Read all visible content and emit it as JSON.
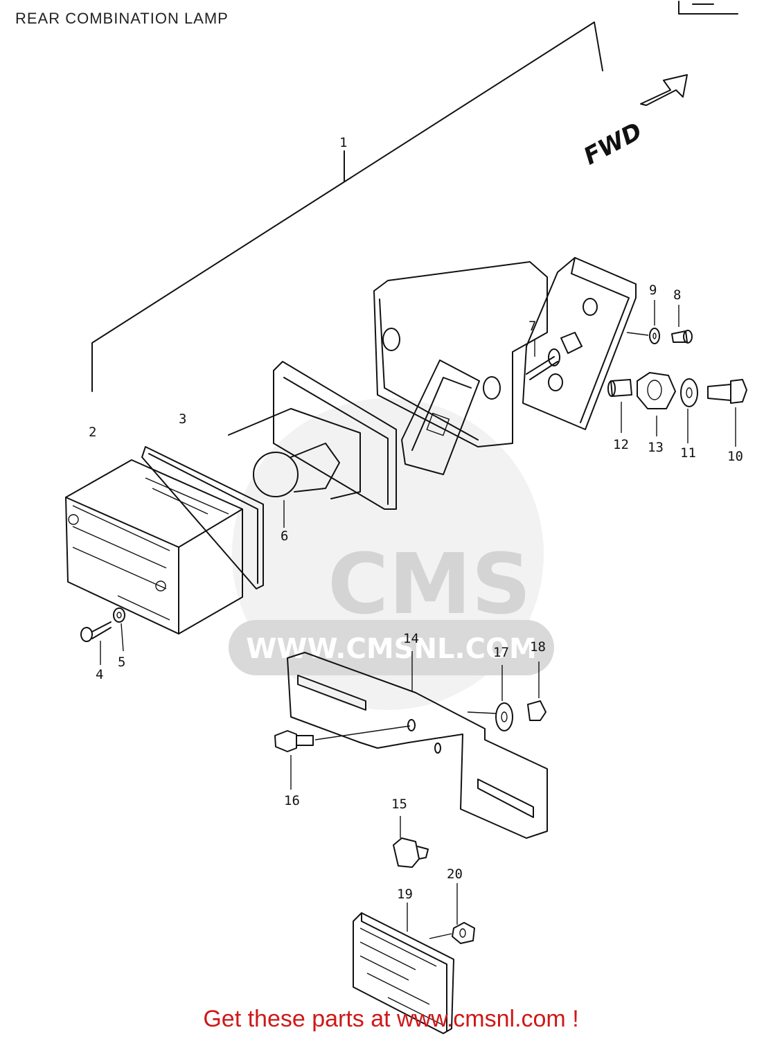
{
  "title": "REAR COMBINATION LAMP",
  "fwd_label": "FWD",
  "watermark": {
    "logo": "CMS",
    "url": "WWW.CMSNL.COM"
  },
  "footer": "Get these parts at www.cmsnl.com !",
  "callouts": [
    "1",
    "2",
    "3",
    "4",
    "5",
    "6",
    "7",
    "8",
    "9",
    "10",
    "11",
    "12",
    "13",
    "14",
    "15",
    "16",
    "17",
    "18",
    "19",
    "20"
  ],
  "colors": {
    "footer": "#d01818",
    "watermark": "#d9d9d9",
    "lines": "#111111"
  }
}
